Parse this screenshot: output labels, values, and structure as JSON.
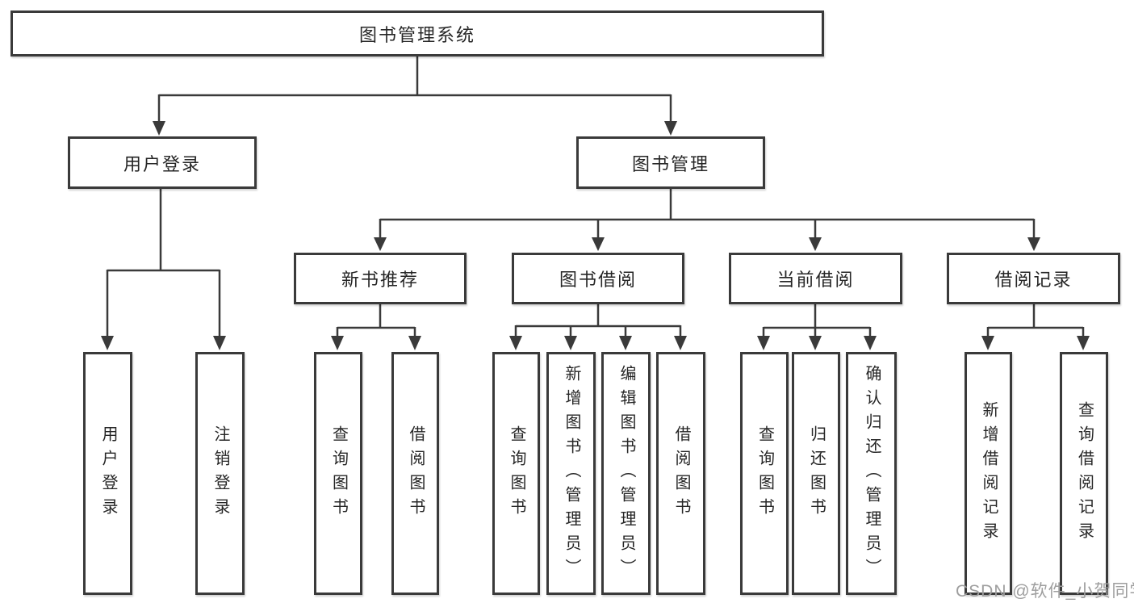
{
  "tree": {
    "root_label": "图书管理系统",
    "branches": [
      {
        "label": "用户登录",
        "children": [
          {
            "label": "用户登录"
          },
          {
            "label": "注销登录"
          }
        ]
      },
      {
        "label": "图书管理",
        "children": [
          {
            "label": "新书推荐",
            "children": [
              {
                "label": "查询图书"
              },
              {
                "label": "借阅图书"
              }
            ]
          },
          {
            "label": "图书借阅",
            "children": [
              {
                "label": "查询图书"
              },
              {
                "label": "新增图书（管理员）"
              },
              {
                "label": "编辑图书（管理员）"
              },
              {
                "label": "借阅图书"
              }
            ]
          },
          {
            "label": "当前借阅",
            "children": [
              {
                "label": "查询图书"
              },
              {
                "label": "归还图书"
              },
              {
                "label": "确认归还（管理员）"
              }
            ]
          },
          {
            "label": "借阅记录",
            "children": [
              {
                "label": "新增借阅记录"
              },
              {
                "label": "查询借阅记录"
              }
            ]
          }
        ]
      }
    ]
  },
  "watermark": {
    "text": "CSDN @软件_小贺同学"
  },
  "colors": {
    "line": "#3a3a3a",
    "text": "#262626",
    "box_background": "#ffffff",
    "watermark": "#9e9e9e",
    "background": "#ffffff"
  }
}
